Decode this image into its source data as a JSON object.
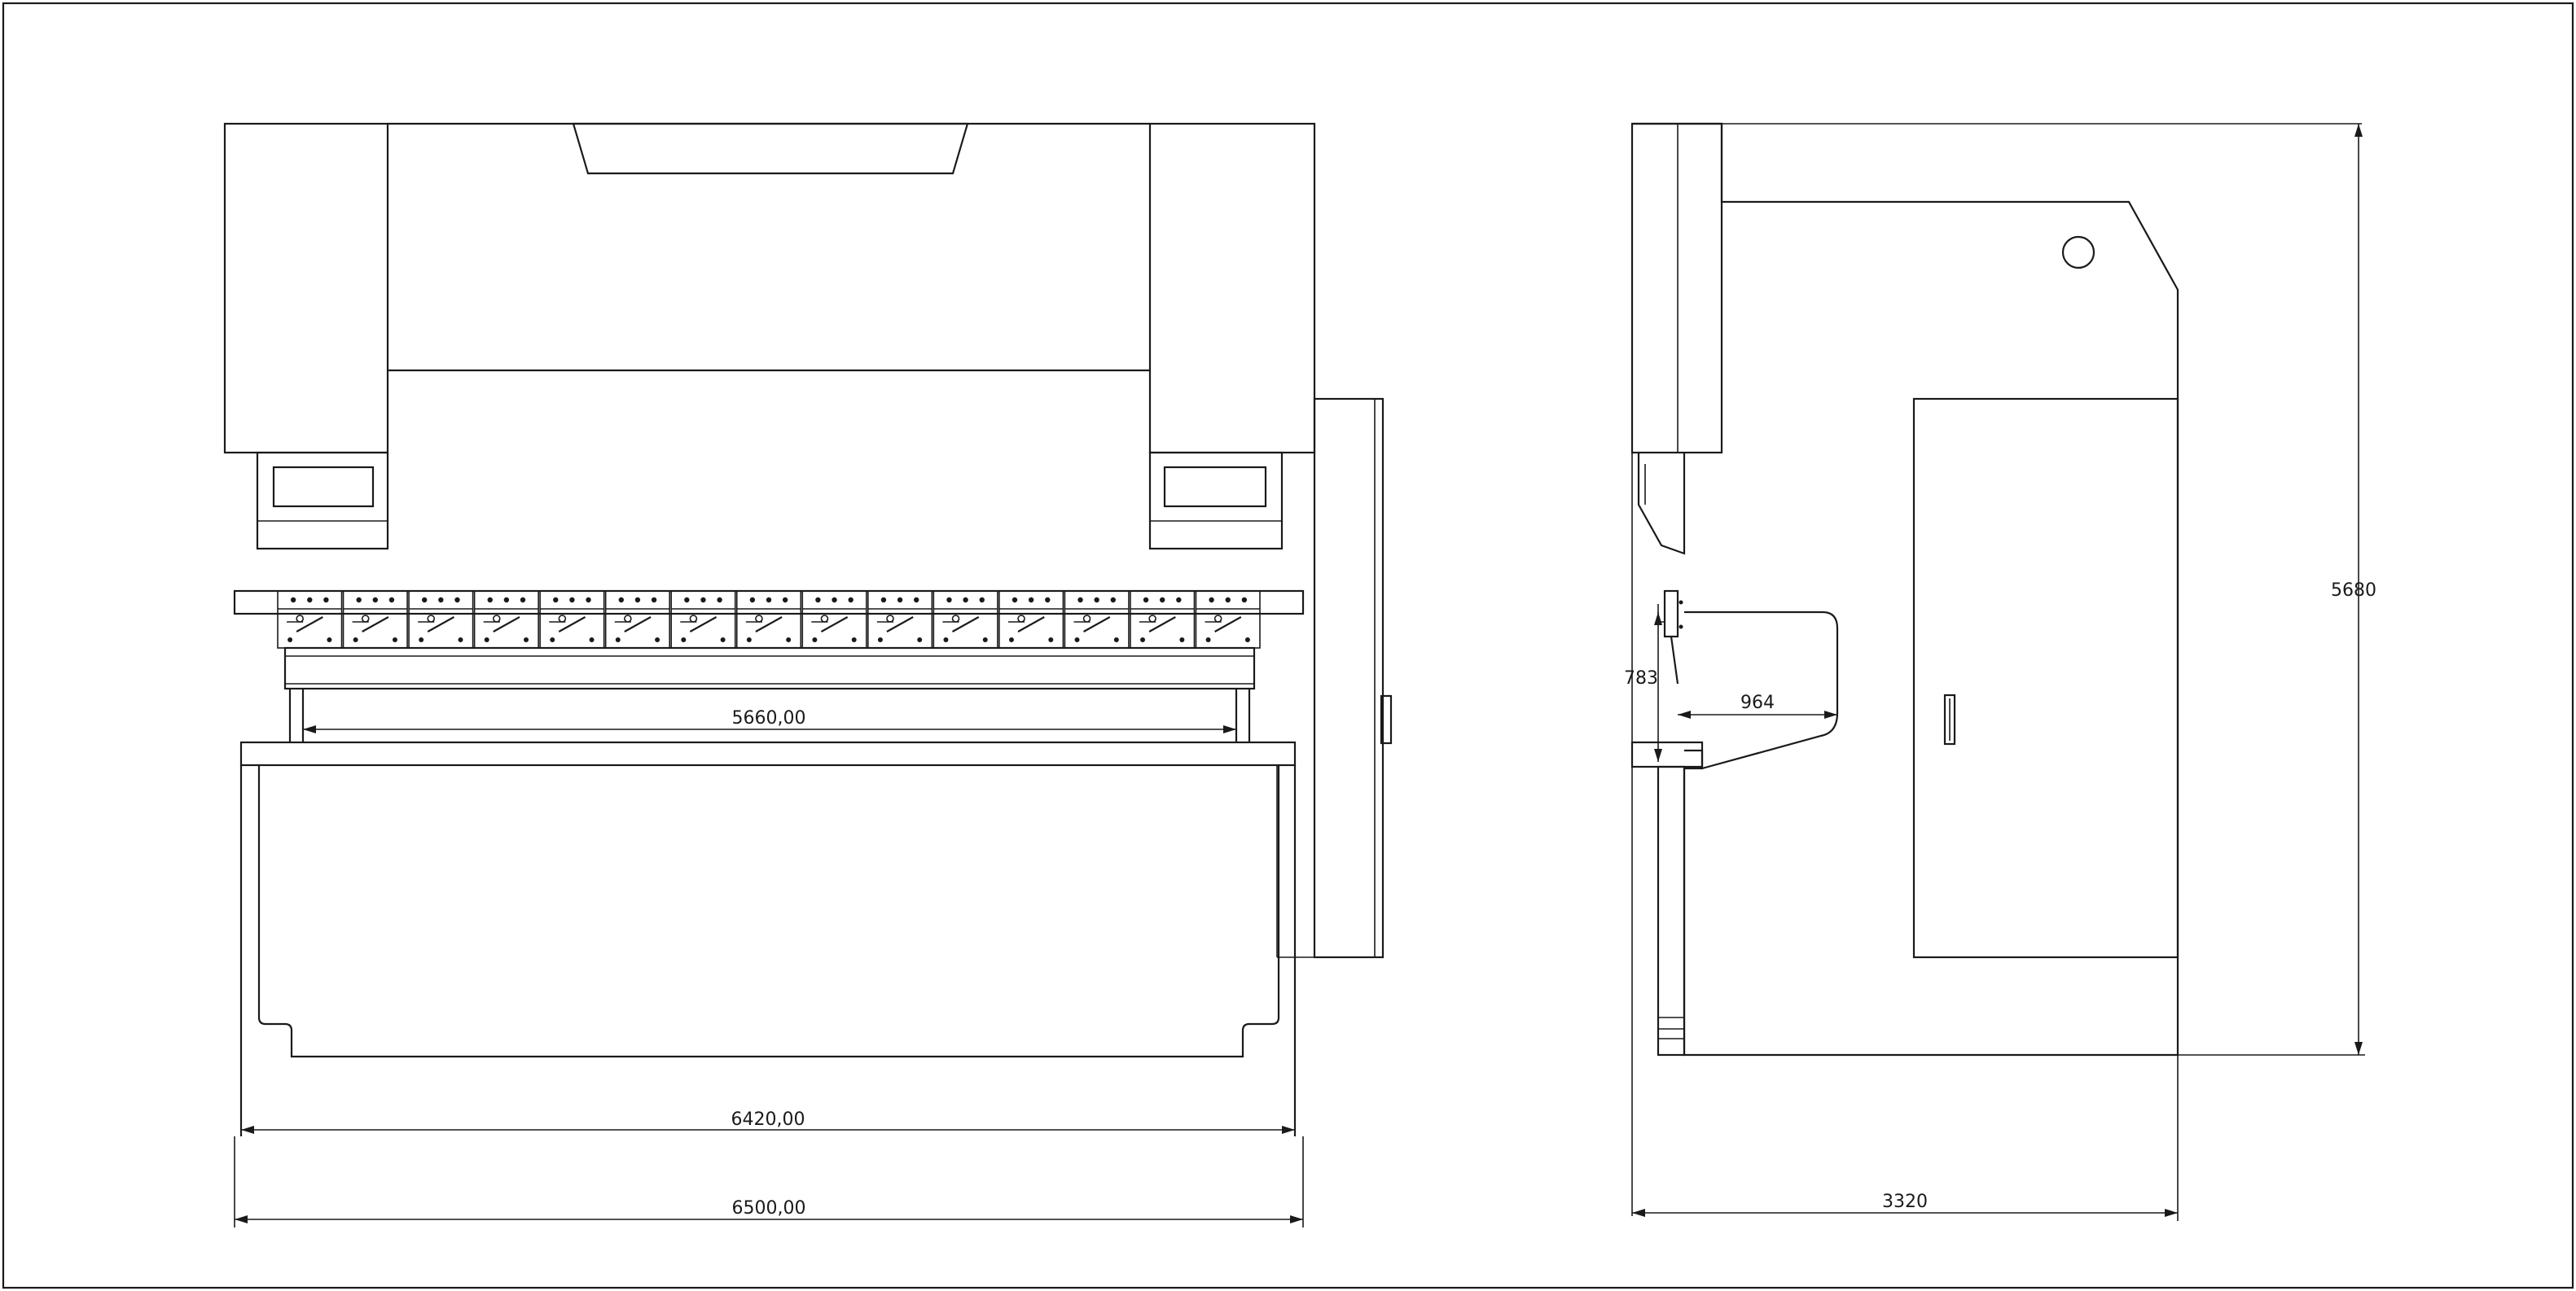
{
  "colors": {
    "line": "#1a1a1a",
    "background": "#ffffff"
  },
  "front_view": {
    "punch_clamp_count": 15,
    "dimensions": {
      "working_length": "5660,00",
      "table_length": "6420,00",
      "overall_width": "6500,00"
    }
  },
  "side_view": {
    "dimensions": {
      "overall_height": "5680",
      "overall_depth": "3320",
      "throat_depth": "964",
      "open_height": "783"
    }
  }
}
